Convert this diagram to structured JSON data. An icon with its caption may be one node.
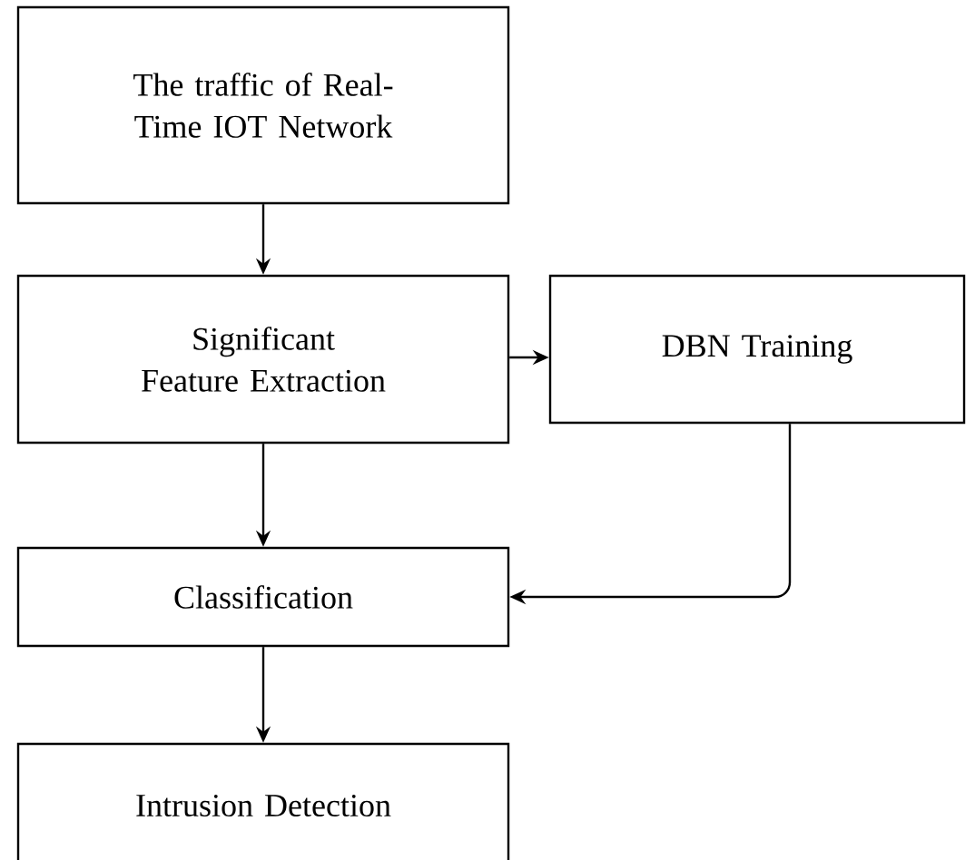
{
  "diagram": {
    "nodes": [
      {
        "text": [
          "The traffic of Real-Time IOT Network"
        ]
      },
      {
        "text": [
          "Significant Feature Extraction"
        ]
      },
      {
        "text": [
          "DBN Training"
        ]
      },
      {
        "text": [
          "Classification"
        ]
      },
      {
        "text": [
          "Intrusion Detection"
        ]
      }
    ],
    "edges": [
      {
        "from": 0,
        "to": 1,
        "arrow": "to"
      },
      {
        "from": 1,
        "to": 2,
        "arrow": "to"
      },
      {
        "from": 1,
        "to": 3,
        "arrow": "to"
      },
      {
        "from": 2,
        "to": 3,
        "arrow": "to"
      },
      {
        "from": 3,
        "to": 4,
        "arrow": "to"
      }
    ]
  }
}
